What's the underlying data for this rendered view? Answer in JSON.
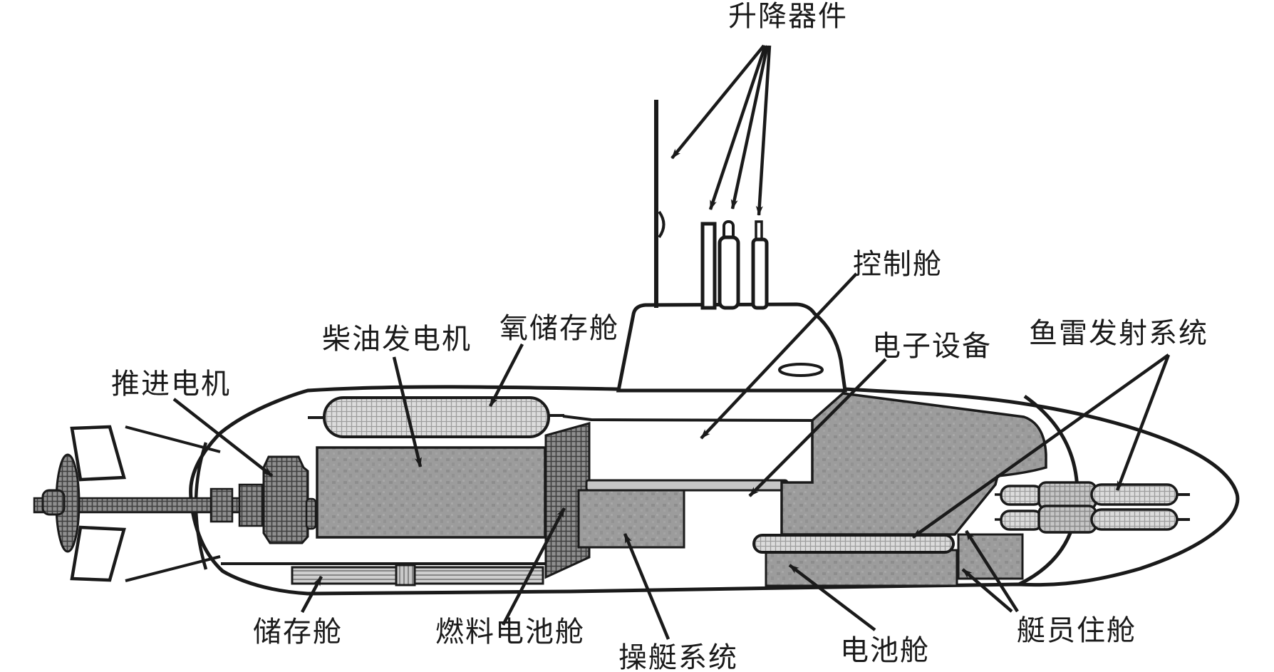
{
  "figure": {
    "type": "technical-diagram",
    "subject": "fuel-cell submarine cutaway side view"
  },
  "labels": {
    "lifting_devices": {
      "text": "升降器件"
    },
    "control_cabin": {
      "text": "控制舱"
    },
    "electronic_equipment": {
      "text": "电子设备"
    },
    "torpedo_launch_system": {
      "text": "鱼雷发射系统"
    },
    "propulsion_motor": {
      "text": "推进电机"
    },
    "diesel_generator": {
      "text": "柴油发电机"
    },
    "oxygen_storage_cabin": {
      "text": "氧储存舱"
    },
    "storage_cabin": {
      "text": "储存舱"
    },
    "fuel_cell_cabin": {
      "text": "燃料电池舱"
    },
    "boat_operating_system": {
      "text": "操艇系统"
    },
    "battery_cabin": {
      "text": "电池舱"
    },
    "crew_quarters": {
      "text": "艇员住舱"
    }
  },
  "colors": {
    "ink": "#1a1a1a",
    "block_gray": "#9c9c9c",
    "light_hatch": "#d9d9d9",
    "dark_hatch": "#8f8f8f",
    "stripe_gray": "#cfcfcf",
    "background": "#ffffff"
  }
}
